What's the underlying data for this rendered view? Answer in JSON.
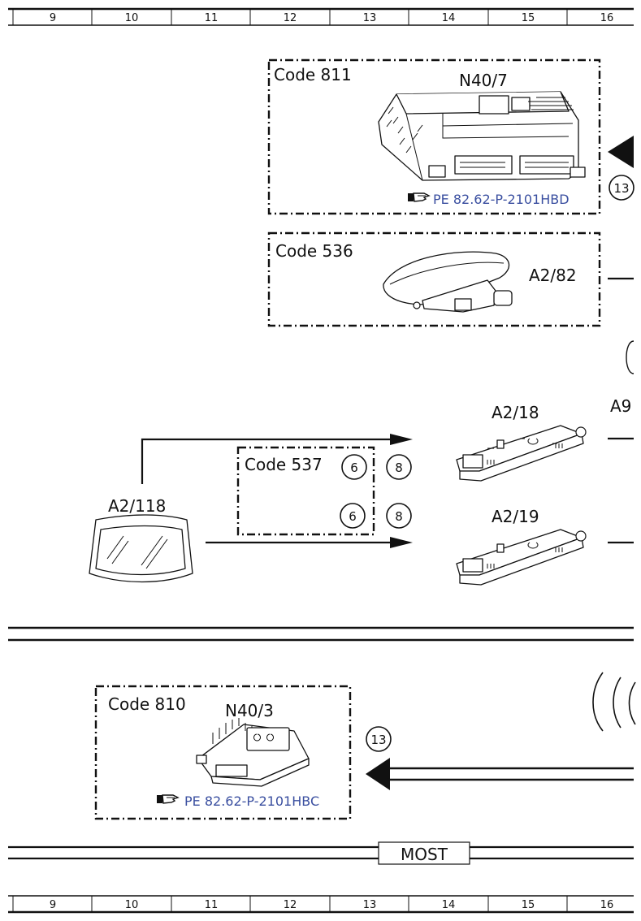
{
  "ruler": {
    "columns": [
      "9",
      "10",
      "11",
      "12",
      "13",
      "14",
      "15",
      "16"
    ]
  },
  "blocks": {
    "code811": {
      "code": "Code 811",
      "component": "N40/7",
      "ref": "PE 82.62-P-2101HBD",
      "circle": "13"
    },
    "code536": {
      "code": "Code 536",
      "component": "A2/82"
    },
    "code537": {
      "code": "Code 537",
      "circles": [
        "6",
        "8",
        "6",
        "8"
      ]
    },
    "code810": {
      "code": "Code 810",
      "component": "N40/3",
      "ref": "PE 82.62-P-2101HBC",
      "circle": "13"
    }
  },
  "components": {
    "a2_18": "A2/18",
    "a2_19": "A2/19",
    "a2_118": "A2/118",
    "a9_partial": "A9"
  },
  "bus": {
    "label": "MOST"
  },
  "icons": [
    "pointing-hand-icon",
    "arrow-icon",
    "signal-waves-icon"
  ]
}
